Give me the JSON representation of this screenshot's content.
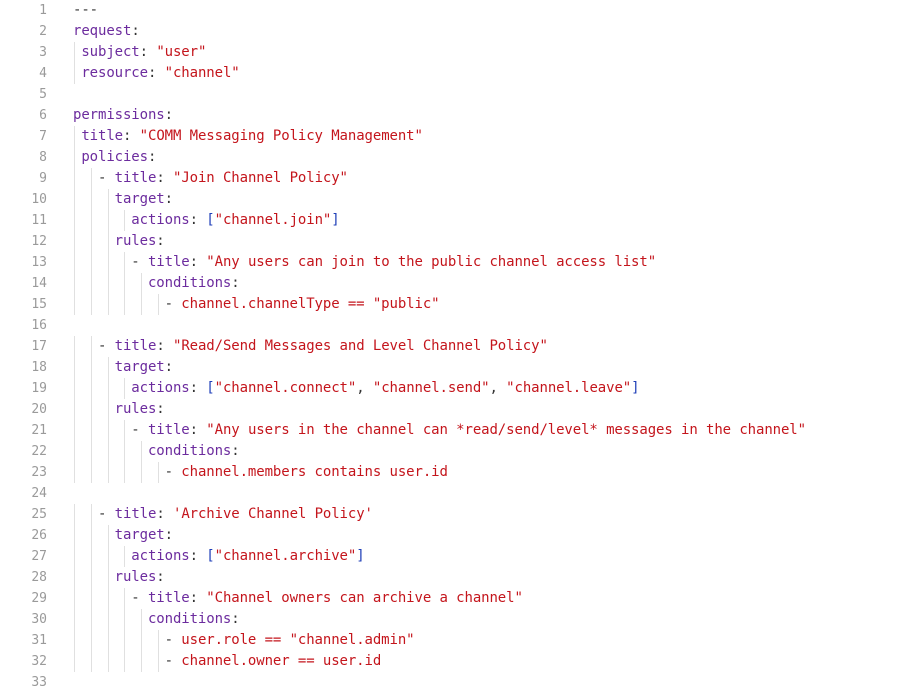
{
  "editor": {
    "language": "yaml",
    "colors": {
      "key": "#6c2c9e",
      "string": "#c4151c",
      "bracket": "#1f3fb8",
      "punct": "#333333",
      "line_number": "#9a9a9a",
      "indent_guide": "#e0e0e0"
    },
    "lines": [
      {
        "n": "1",
        "guides": [],
        "parts": [
          {
            "t": "---",
            "c": "d"
          }
        ]
      },
      {
        "n": "2",
        "guides": [],
        "parts": [
          {
            "t": "request",
            "c": "k"
          },
          {
            "t": ":",
            "c": "p"
          }
        ]
      },
      {
        "n": "3",
        "guides": [
          0
        ],
        "parts": [
          {
            "t": " subject",
            "c": "k"
          },
          {
            "t": ": ",
            "c": "p"
          },
          {
            "t": "\"user\"",
            "c": "s"
          }
        ]
      },
      {
        "n": "4",
        "guides": [
          0
        ],
        "parts": [
          {
            "t": " resource",
            "c": "k"
          },
          {
            "t": ": ",
            "c": "p"
          },
          {
            "t": "\"channel\"",
            "c": "s"
          }
        ]
      },
      {
        "n": "5",
        "guides": [],
        "parts": []
      },
      {
        "n": "6",
        "guides": [],
        "parts": [
          {
            "t": "permissions",
            "c": "k"
          },
          {
            "t": ":",
            "c": "p"
          }
        ]
      },
      {
        "n": "7",
        "guides": [
          0
        ],
        "parts": [
          {
            "t": " title",
            "c": "k"
          },
          {
            "t": ": ",
            "c": "p"
          },
          {
            "t": "\"COMM Messaging Policy Management\"",
            "c": "s"
          }
        ]
      },
      {
        "n": "8",
        "guides": [
          0
        ],
        "parts": [
          {
            "t": " policies",
            "c": "k"
          },
          {
            "t": ":",
            "c": "p"
          }
        ]
      },
      {
        "n": "9",
        "guides": [
          0,
          1
        ],
        "parts": [
          {
            "t": "   - ",
            "c": "d"
          },
          {
            "t": "title",
            "c": "k"
          },
          {
            "t": ": ",
            "c": "p"
          },
          {
            "t": "\"Join Channel Policy\"",
            "c": "s"
          }
        ]
      },
      {
        "n": "10",
        "guides": [
          0,
          1,
          2
        ],
        "parts": [
          {
            "t": "     target",
            "c": "k"
          },
          {
            "t": ":",
            "c": "p"
          }
        ]
      },
      {
        "n": "11",
        "guides": [
          0,
          1,
          2,
          3
        ],
        "parts": [
          {
            "t": "       actions",
            "c": "k"
          },
          {
            "t": ": ",
            "c": "p"
          },
          {
            "t": "[",
            "c": "br"
          },
          {
            "t": "\"channel.join\"",
            "c": "s"
          },
          {
            "t": "]",
            "c": "br"
          }
        ]
      },
      {
        "n": "12",
        "guides": [
          0,
          1,
          2
        ],
        "parts": [
          {
            "t": "     rules",
            "c": "k"
          },
          {
            "t": ":",
            "c": "p"
          }
        ]
      },
      {
        "n": "13",
        "guides": [
          0,
          1,
          2,
          3
        ],
        "parts": [
          {
            "t": "       - ",
            "c": "d"
          },
          {
            "t": "title",
            "c": "k"
          },
          {
            "t": ": ",
            "c": "p"
          },
          {
            "t": "\"Any users can join to the public channel access list\"",
            "c": "s"
          }
        ]
      },
      {
        "n": "14",
        "guides": [
          0,
          1,
          2,
          3,
          4
        ],
        "parts": [
          {
            "t": "         conditions",
            "c": "k"
          },
          {
            "t": ":",
            "c": "p"
          }
        ]
      },
      {
        "n": "15",
        "guides": [
          0,
          1,
          2,
          3,
          4,
          5
        ],
        "parts": [
          {
            "t": "           - ",
            "c": "d"
          },
          {
            "t": "channel.channelType == ",
            "c": "s"
          },
          {
            "t": "\"public\"",
            "c": "s"
          }
        ]
      },
      {
        "n": "16",
        "guides": [],
        "parts": []
      },
      {
        "n": "17",
        "guides": [
          0,
          1
        ],
        "parts": [
          {
            "t": "   - ",
            "c": "d"
          },
          {
            "t": "title",
            "c": "k"
          },
          {
            "t": ": ",
            "c": "p"
          },
          {
            "t": "\"Read/Send Messages and Level Channel Policy\"",
            "c": "s"
          }
        ]
      },
      {
        "n": "18",
        "guides": [
          0,
          1,
          2
        ],
        "parts": [
          {
            "t": "     target",
            "c": "k"
          },
          {
            "t": ":",
            "c": "p"
          }
        ]
      },
      {
        "n": "19",
        "guides": [
          0,
          1,
          2,
          3
        ],
        "parts": [
          {
            "t": "       actions",
            "c": "k"
          },
          {
            "t": ": ",
            "c": "p"
          },
          {
            "t": "[",
            "c": "br"
          },
          {
            "t": "\"channel.connect\"",
            "c": "s"
          },
          {
            "t": ", ",
            "c": "p"
          },
          {
            "t": "\"channel.send\"",
            "c": "s"
          },
          {
            "t": ", ",
            "c": "p"
          },
          {
            "t": "\"channel.leave\"",
            "c": "s"
          },
          {
            "t": "]",
            "c": "br"
          }
        ]
      },
      {
        "n": "20",
        "guides": [
          0,
          1,
          2
        ],
        "parts": [
          {
            "t": "     rules",
            "c": "k"
          },
          {
            "t": ":",
            "c": "p"
          }
        ]
      },
      {
        "n": "21",
        "guides": [
          0,
          1,
          2,
          3
        ],
        "parts": [
          {
            "t": "       - ",
            "c": "d"
          },
          {
            "t": "title",
            "c": "k"
          },
          {
            "t": ": ",
            "c": "p"
          },
          {
            "t": "\"Any users in the channel can *read/send/level* messages in the channel\"",
            "c": "s"
          }
        ]
      },
      {
        "n": "22",
        "guides": [
          0,
          1,
          2,
          3,
          4
        ],
        "parts": [
          {
            "t": "         conditions",
            "c": "k"
          },
          {
            "t": ":",
            "c": "p"
          }
        ]
      },
      {
        "n": "23",
        "guides": [
          0,
          1,
          2,
          3,
          4,
          5
        ],
        "parts": [
          {
            "t": "           - ",
            "c": "d"
          },
          {
            "t": "channel.members contains user.id",
            "c": "s"
          }
        ]
      },
      {
        "n": "24",
        "guides": [],
        "parts": []
      },
      {
        "n": "25",
        "guides": [
          0,
          1
        ],
        "parts": [
          {
            "t": "   - ",
            "c": "d"
          },
          {
            "t": "title",
            "c": "k"
          },
          {
            "t": ": ",
            "c": "p"
          },
          {
            "t": "'Archive Channel Policy'",
            "c": "s"
          }
        ]
      },
      {
        "n": "26",
        "guides": [
          0,
          1,
          2
        ],
        "parts": [
          {
            "t": "     target",
            "c": "k"
          },
          {
            "t": ":",
            "c": "p"
          }
        ]
      },
      {
        "n": "27",
        "guides": [
          0,
          1,
          2,
          3
        ],
        "parts": [
          {
            "t": "       actions",
            "c": "k"
          },
          {
            "t": ": ",
            "c": "p"
          },
          {
            "t": "[",
            "c": "br"
          },
          {
            "t": "\"channel.archive\"",
            "c": "s"
          },
          {
            "t": "]",
            "c": "br"
          }
        ]
      },
      {
        "n": "28",
        "guides": [
          0,
          1,
          2
        ],
        "parts": [
          {
            "t": "     rules",
            "c": "k"
          },
          {
            "t": ":",
            "c": "p"
          }
        ]
      },
      {
        "n": "29",
        "guides": [
          0,
          1,
          2,
          3
        ],
        "parts": [
          {
            "t": "       - ",
            "c": "d"
          },
          {
            "t": "title",
            "c": "k"
          },
          {
            "t": ": ",
            "c": "p"
          },
          {
            "t": "\"Channel owners can archive a channel\"",
            "c": "s"
          }
        ]
      },
      {
        "n": "30",
        "guides": [
          0,
          1,
          2,
          3,
          4
        ],
        "parts": [
          {
            "t": "         conditions",
            "c": "k"
          },
          {
            "t": ":",
            "c": "p"
          }
        ]
      },
      {
        "n": "31",
        "guides": [
          0,
          1,
          2,
          3,
          4,
          5
        ],
        "parts": [
          {
            "t": "           - ",
            "c": "d"
          },
          {
            "t": "user.role == ",
            "c": "s"
          },
          {
            "t": "\"channel.admin\"",
            "c": "s"
          }
        ]
      },
      {
        "n": "32",
        "guides": [
          0,
          1,
          2,
          3,
          4,
          5
        ],
        "parts": [
          {
            "t": "           - ",
            "c": "d"
          },
          {
            "t": "channel.owner == user.id",
            "c": "s"
          }
        ]
      },
      {
        "n": "33",
        "guides": [],
        "parts": []
      }
    ]
  }
}
